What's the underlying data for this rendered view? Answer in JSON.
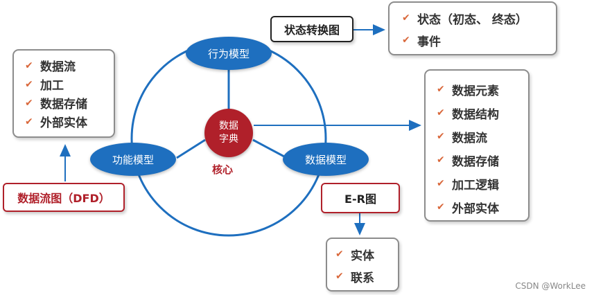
{
  "diagram": {
    "core": {
      "line1": "数据",
      "line2": "字典",
      "label": "核心"
    },
    "models": {
      "behavior": "行为模型",
      "function": "功能模型",
      "data": "数据模型"
    },
    "state_diagram": {
      "title": "状态转换图",
      "items": [
        "状态（初态、 终态）",
        "事件"
      ]
    },
    "dfd": {
      "title": "数据流图（DFD）",
      "items": [
        "数据流",
        "加工",
        "数据存储",
        "外部实体"
      ]
    },
    "er": {
      "title": "E-R图",
      "items": [
        "实体",
        "联系"
      ]
    },
    "dictionary_items": [
      "数据元素",
      "数据结构",
      "数据流",
      "数据存储",
      "加工逻辑",
      "外部实体"
    ],
    "check_glyph": "✔"
  },
  "watermark": "CSDN @WorkLee",
  "colors": {
    "blue": "#1e6fbf",
    "red": "#b0202a",
    "check": "#d9673a"
  }
}
